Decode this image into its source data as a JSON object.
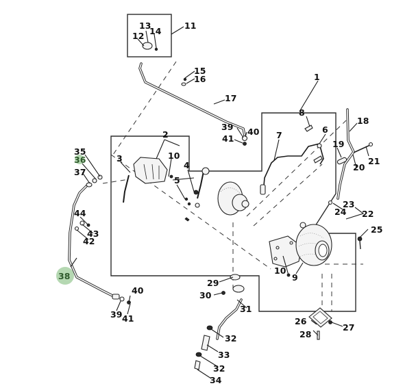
{
  "diagram": {
    "title": "Turbocharger and lines exploded parts view",
    "highlight_color": "#a8d1a4",
    "highlighted_part": "38",
    "callouts": [
      {
        "id": "c1",
        "label": "1"
      },
      {
        "id": "c2",
        "label": "2"
      },
      {
        "id": "c3",
        "label": "3"
      },
      {
        "id": "c4",
        "label": "4"
      },
      {
        "id": "c5",
        "label": "5"
      },
      {
        "id": "c6",
        "label": "6"
      },
      {
        "id": "c7",
        "label": "7"
      },
      {
        "id": "c8",
        "label": "8"
      },
      {
        "id": "c9",
        "label": "9"
      },
      {
        "id": "c10a",
        "label": "10"
      },
      {
        "id": "c10b",
        "label": "10"
      },
      {
        "id": "c11",
        "label": "11"
      },
      {
        "id": "c12",
        "label": "12"
      },
      {
        "id": "c13",
        "label": "13"
      },
      {
        "id": "c14",
        "label": "14"
      },
      {
        "id": "c15",
        "label": "15"
      },
      {
        "id": "c16",
        "label": "16"
      },
      {
        "id": "c17",
        "label": "17"
      },
      {
        "id": "c18",
        "label": "18"
      },
      {
        "id": "c19",
        "label": "19"
      },
      {
        "id": "c20",
        "label": "20"
      },
      {
        "id": "c21",
        "label": "21"
      },
      {
        "id": "c22",
        "label": "22"
      },
      {
        "id": "c23",
        "label": "23"
      },
      {
        "id": "c24",
        "label": "24"
      },
      {
        "id": "c25",
        "label": "25"
      },
      {
        "id": "c26",
        "label": "26"
      },
      {
        "id": "c27",
        "label": "27"
      },
      {
        "id": "c28",
        "label": "28"
      },
      {
        "id": "c29",
        "label": "29"
      },
      {
        "id": "c30",
        "label": "30"
      },
      {
        "id": "c31",
        "label": "31"
      },
      {
        "id": "c32a",
        "label": "32"
      },
      {
        "id": "c32b",
        "label": "32"
      },
      {
        "id": "c33",
        "label": "33"
      },
      {
        "id": "c34",
        "label": "34"
      },
      {
        "id": "c35",
        "label": "35"
      },
      {
        "id": "c36",
        "label": "36"
      },
      {
        "id": "c37",
        "label": "37"
      },
      {
        "id": "c38",
        "label": "38"
      },
      {
        "id": "c39a",
        "label": "39"
      },
      {
        "id": "c39b",
        "label": "39"
      },
      {
        "id": "c40a",
        "label": "40"
      },
      {
        "id": "c40b",
        "label": "40"
      },
      {
        "id": "c41a",
        "label": "41"
      },
      {
        "id": "c41b",
        "label": "41"
      },
      {
        "id": "c42",
        "label": "42"
      },
      {
        "id": "c43",
        "label": "43"
      },
      {
        "id": "c44",
        "label": "44"
      }
    ]
  }
}
